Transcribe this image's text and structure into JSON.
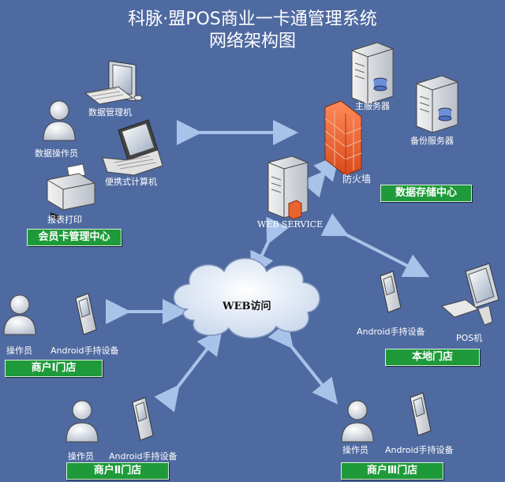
{
  "title": {
    "line1": "科脉·盟POS商业一卡通管理系统",
    "line2": "网络架构图"
  },
  "labels": {
    "data_manager_pc": "数据管理机",
    "data_operator": "数据操作员",
    "laptop": "便携式计算机",
    "report_print": "报表打印",
    "main_server": "主服务器",
    "backup_server": "备份服务器",
    "firewall": "防火墙",
    "web_service": "WEB SERVICE",
    "web_access": "WEB访问",
    "operator_1": "操作员",
    "android_1": "Android手持设备",
    "android_local": "Android手持设备",
    "pos": "POS机",
    "operator_2": "操作员",
    "android_2": "Android手持设备",
    "operator_3": "操作员",
    "android_3": "Android手持设备"
  },
  "boxes": {
    "member_card_center": "会员卡管理中心",
    "data_storage_center": "数据存储中心",
    "store_1": "商户Ⅰ门店",
    "local_store": "本地门店",
    "store_2": "商户Ⅱ门店",
    "store_3": "商户Ⅲ门店"
  },
  "colors": {
    "background": "#4f6aa0",
    "box": "#1f9a3a",
    "arrow": "#9fb9e3"
  }
}
